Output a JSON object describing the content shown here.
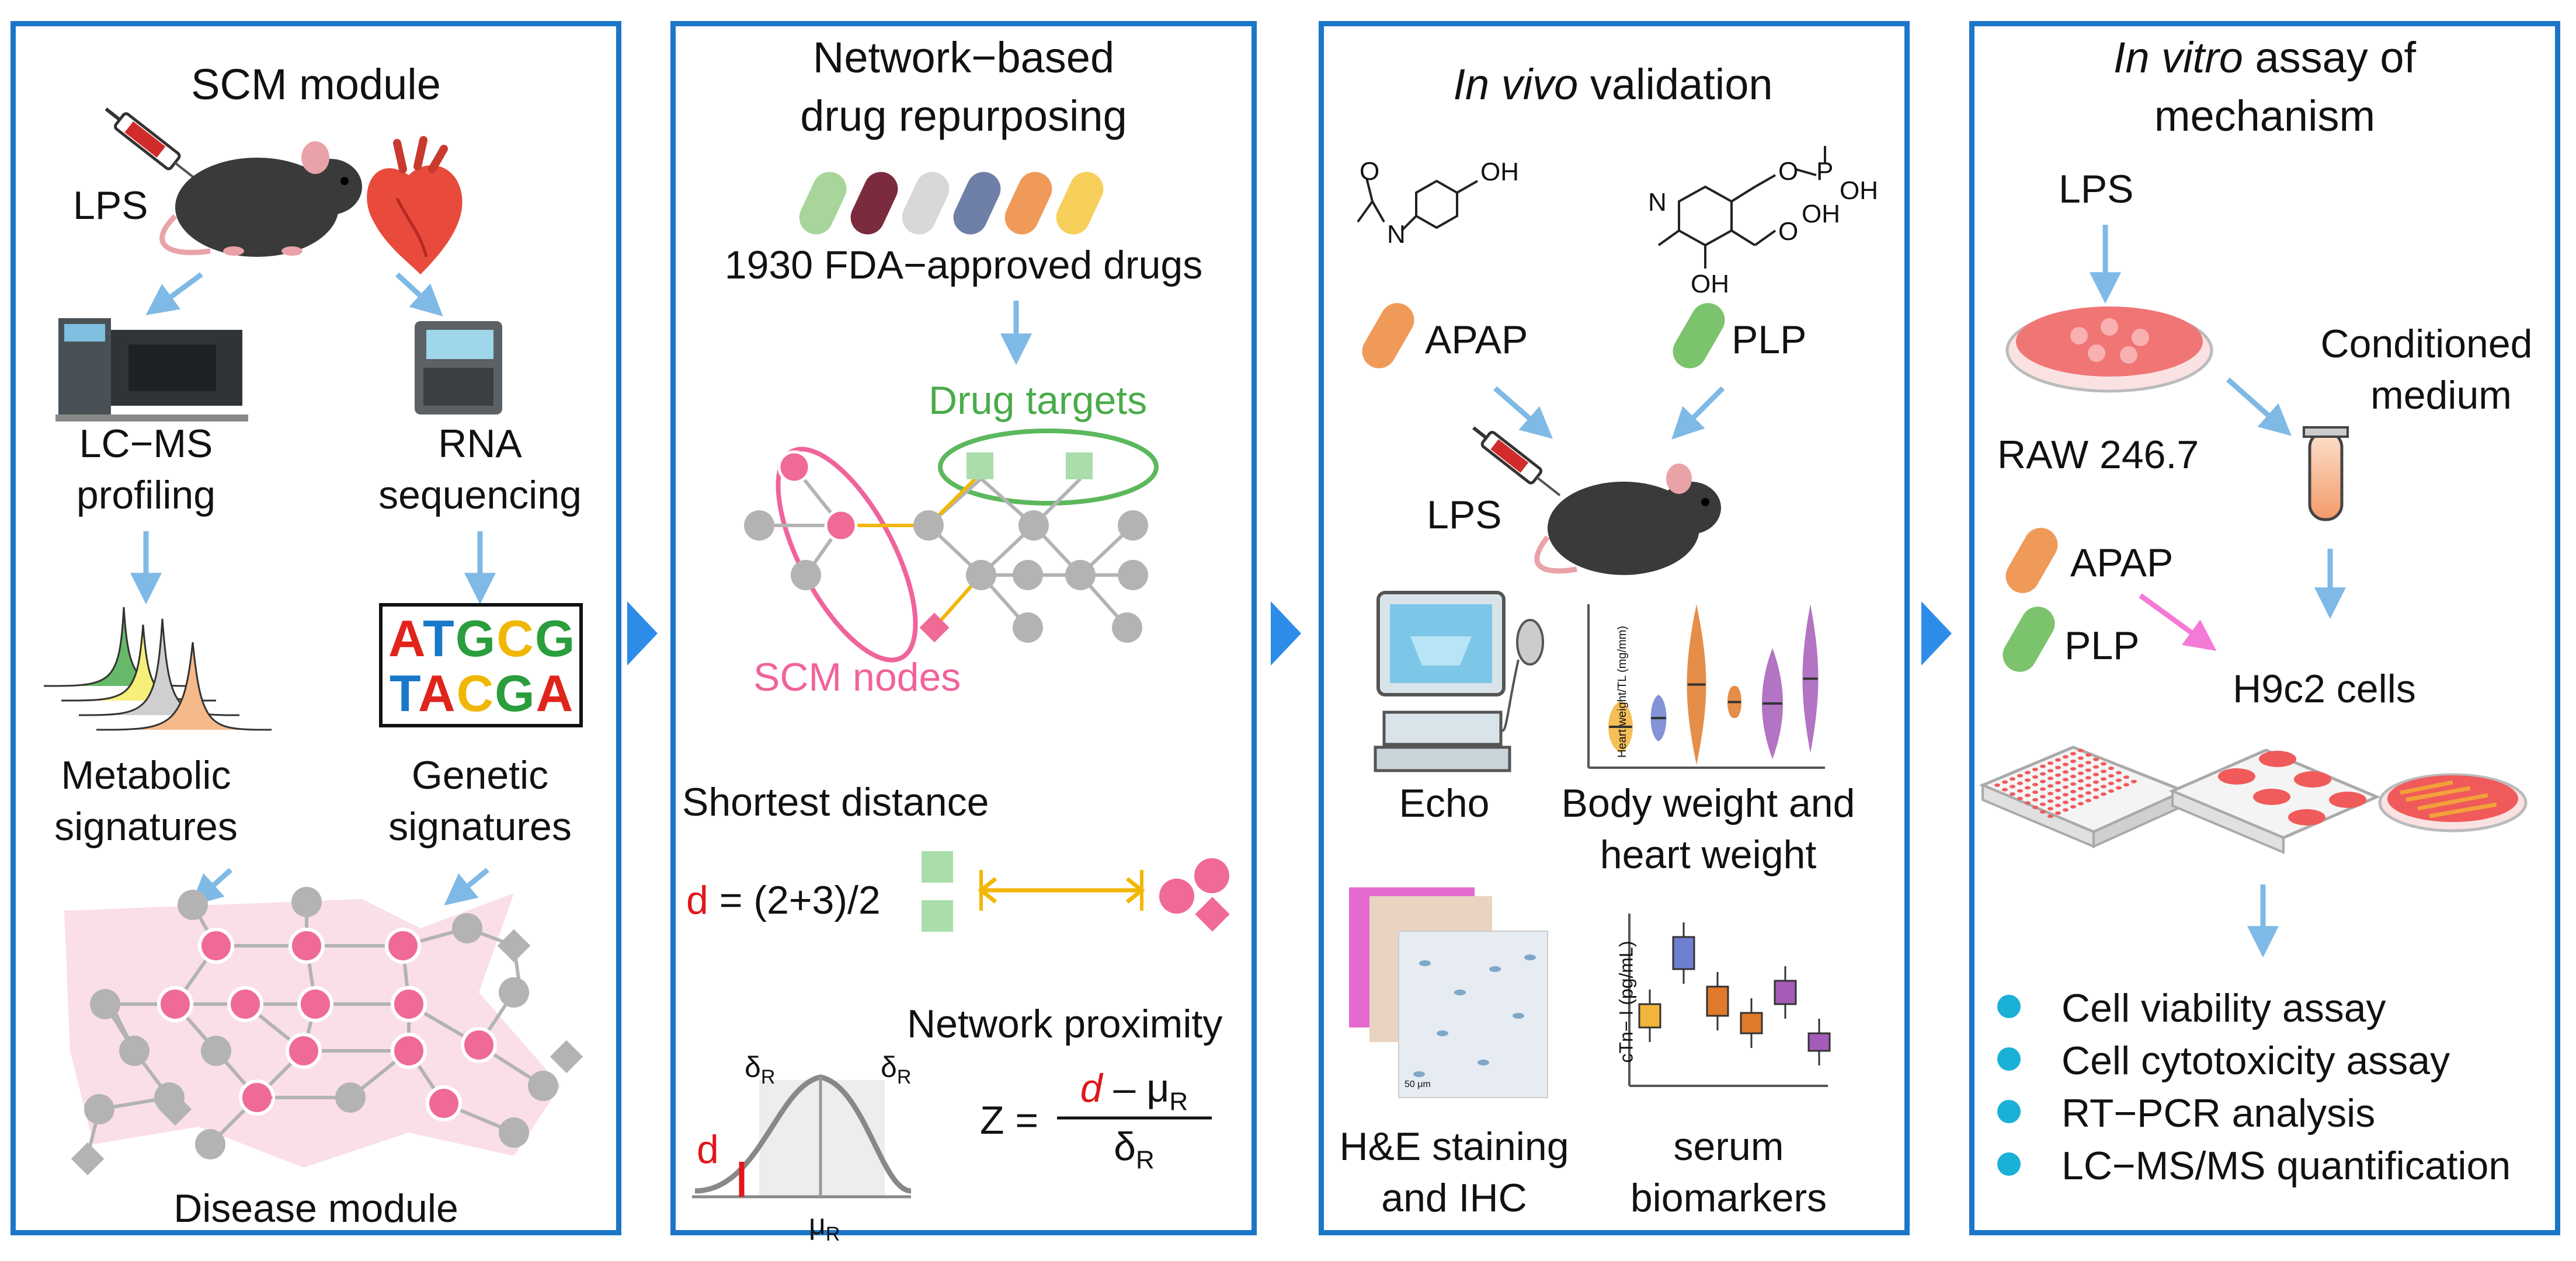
{
  "colors": {
    "frame": "#1c76c8",
    "arrow": "#7fb9e6",
    "pink": "#f0639b",
    "node": "#b3b3b3",
    "green": "#5cb85c",
    "orange": "#ee8f3a",
    "bullet": "#1bb0d6"
  },
  "panel1": {
    "title": "SCM module",
    "lps": "LPS",
    "lcms": [
      "LC−MS",
      "profiling"
    ],
    "rna": [
      "RNA",
      "sequencing"
    ],
    "dna_top": [
      "A",
      "T",
      "G",
      "C",
      "G"
    ],
    "dna_bottom": [
      "T",
      "A",
      "C",
      "G",
      "A"
    ],
    "metabolic": [
      "Metabolic",
      "signatures"
    ],
    "genetic": [
      "Genetic",
      "signatures"
    ],
    "disease_module": "Disease module"
  },
  "panel2": {
    "title": [
      "Network−based",
      "drug repurposing"
    ],
    "drugs": "1930 FDA−approved drugs",
    "drug_targets": "Drug targets",
    "scm_nodes": "SCM nodes",
    "shortest": "Shortest distance",
    "d_symbol": "d",
    "d_formula": " = (2+3)/2",
    "proximity": "Network proximity",
    "delta_left": "δ",
    "delta_right": "δ",
    "mu": "μ",
    "sub_r": "R",
    "z_eq": "Z =",
    "num_d": "d",
    "num_rest": " – μ",
    "den": "δ"
  },
  "panel3": {
    "title_italic": "In vivo",
    "title_rest": " validation",
    "oh1": "OH",
    "n_atom": "N",
    "o_atom": "O",
    "n_ring": "N",
    "o_p": "O",
    "p_atom": "P",
    "oh2": "OH",
    "oh3": "OH",
    "o_top": "O",
    "oh_ring": "OH",
    "apap": "APAP",
    "plp": "PLP",
    "lps": "LPS",
    "echo": "Echo",
    "bw": [
      "Body weight and",
      "heart weight"
    ],
    "violin_ylabel": "Heart weight/TL (mg/mm)",
    "he": [
      "H&E staining",
      "and IHC"
    ],
    "scale_bar": "50 μm",
    "serum": [
      "serum",
      "biomarkers"
    ],
    "box_ylabel": "cTn− I (pg/mL)"
  },
  "panel4": {
    "title_italic": "In vitro",
    "title_rest": " assay of",
    "title_line2": "mechanism",
    "lps": "LPS",
    "conditioned": [
      "Conditioned",
      "medium"
    ],
    "raw": "RAW 246.7",
    "apap": "APAP",
    "plp": "PLP",
    "h9c2": "H9c2 cells",
    "assays": [
      "Cell viability assay",
      "Cell cytotoxicity assay",
      "RT−PCR analysis",
      "LC−MS/MS quantification"
    ]
  }
}
